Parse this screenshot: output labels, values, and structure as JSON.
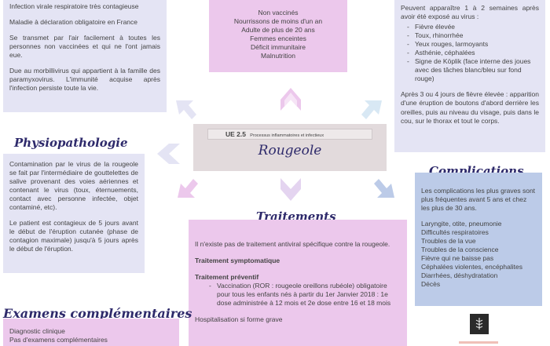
{
  "definition": {
    "lines": [
      "Infection virale respiratoire très contagieuse",
      "Maladie à déclaration obligatoire en France",
      "Se transmet par l'air facilement à toutes les personnes non vaccinées et qui ne l'ont jamais eue.",
      "Due au morbillivirus qui appartient à la famille des paramyxovirus. L'immunité acquise après l'infection persiste toute la vie."
    ]
  },
  "population": {
    "items": [
      "Non vaccinés",
      "Nourrissons de moins d'un an",
      "Adulte de plus de 20 ans",
      "Femmes enceintes",
      "Déficit immunitaire",
      "Malnutrition"
    ]
  },
  "symptoms": {
    "intro": "Peuvent apparaître 1 à 2 semaines après avoir été exposé au virus :",
    "items": [
      "Fièvre élevée",
      "Toux, rhinorrhée",
      "Yeux rouges, larmoyants",
      "Asthénie, céphalées",
      "Signe de Köplik (face interne des joues avec des tâches blanc/bleu sur fond rouge)"
    ],
    "outro": "Après 3 ou 4 jours de fièvre élevée : apparition d'une éruption de boutons d'abord derrière les oreilles, puis au niveau du visage, puis dans le cou, sur le thorax et tout le corps."
  },
  "center": {
    "ue": "UE 2.5",
    "ue_subtitle": "Processus inflammatoires et infectieux",
    "title": "Rougeole"
  },
  "physio": {
    "heading": "Physiopathologie",
    "p1": "Contamination par le virus de la rougeole se fait par l'intermédiaire de gouttelettes de salive provenant des voies aériennes et contenant le virus (toux, éternuements, contact avec personne infectée, objet contaminé, etc).",
    "p2": "Le patient est contagieux de 5 jours avant le début de l'éruption cutanée (phase de contagion maximale) jusqu'à 5 jours après le début de l'éruption."
  },
  "complications": {
    "heading": "Complications",
    "intro": "Les complications les plus graves sont plus fréquentes avant 5 ans et chez les plus de 30 ans.",
    "items": [
      "Laryngite, otite, pneumonie",
      "Difficultés respiratoires",
      "Troubles de la vue",
      "Troubles de la conscience",
      "Fièvre qui ne baisse pas",
      "Céphalées violentes, encéphalites",
      "Diarrhées, déshydratation",
      "Décès"
    ]
  },
  "traitements": {
    "heading": "Traitements",
    "intro": "Il n'existe pas de traitement antiviral spécifique contre la rougeole.",
    "symptomatic": "Traitement symptomatique",
    "preventive": "Traitement préventif",
    "vaccine": "Vaccination (ROR : rougeole oreillons rubéole) obligatoire pour tous les enfants nés à partir du 1er Janvier 2018 : 1e dose administrée à 12 mois et 2e dose entre 16 et 18 mois",
    "hospital": "Hospitalisation si forme grave"
  },
  "examens": {
    "heading": "Examens complémentaires",
    "items": [
      "Diagnostic clinique",
      "Pas d'examens complémentaires"
    ]
  },
  "colors": {
    "lavender": "#e4e4f4",
    "pink": "#ecc8ec",
    "grey": "#e2dadc",
    "blue": "#bccbe8",
    "heading": "#2e2a6b"
  }
}
